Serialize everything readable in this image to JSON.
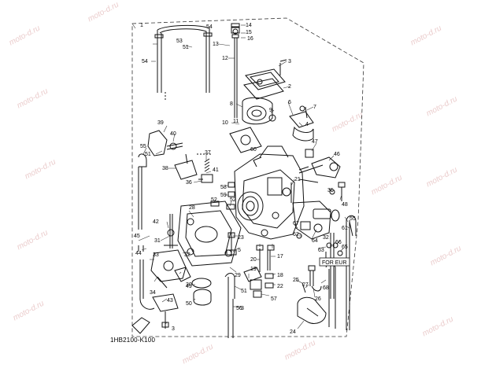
{
  "diagram": {
    "document_code": "1HB2100-K100",
    "watermark": "moto-d.ru",
    "region_label": "FOR EUR",
    "part_numbers": {
      "p1": "1",
      "p2": "2",
      "p3": "3",
      "p3b": "3",
      "p3c": "3",
      "p4": "4",
      "p5": "5",
      "p6": "6",
      "p7": "7",
      "p8": "8",
      "p9": "9",
      "p10": "10",
      "p11": "11",
      "p12": "12",
      "p13": "13",
      "p14": "14",
      "p15": "15",
      "p16": "16",
      "p17": "17",
      "p18": "18",
      "p19": "19",
      "p20": "20",
      "p21": "21",
      "p22": "22",
      "p23": "23",
      "p24": "24",
      "p25": "25",
      "p26": "26",
      "p27": "27",
      "p28": "28",
      "p29": "29",
      "p30": "30",
      "p31": "31",
      "p32": "32",
      "p32b": "32",
      "p33": "33",
      "p34": "34",
      "p35": "35",
      "p36": "36",
      "p37": "37",
      "p38": "38",
      "p39": "39",
      "p40": "40",
      "p41": "41",
      "p42": "42",
      "p43": "43",
      "p44": "44",
      "p45": "45",
      "p46": "46",
      "p47": "47",
      "p48": "48",
      "p49": "49",
      "p50": "50",
      "p51": "51",
      "p51b": "51",
      "p51c": "51",
      "p52": "52",
      "p52b": "52",
      "p53": "53",
      "p54": "54",
      "p54b": "54",
      "p55": "55",
      "p55b": "55",
      "p56": "56",
      "p57": "57",
      "p58": "58",
      "p59": "59",
      "p60": "60",
      "p61": "61",
      "p62": "62",
      "p63": "63",
      "p64": "64",
      "p65": "65",
      "p66": "66",
      "p67": "67",
      "p68": "68"
    }
  }
}
